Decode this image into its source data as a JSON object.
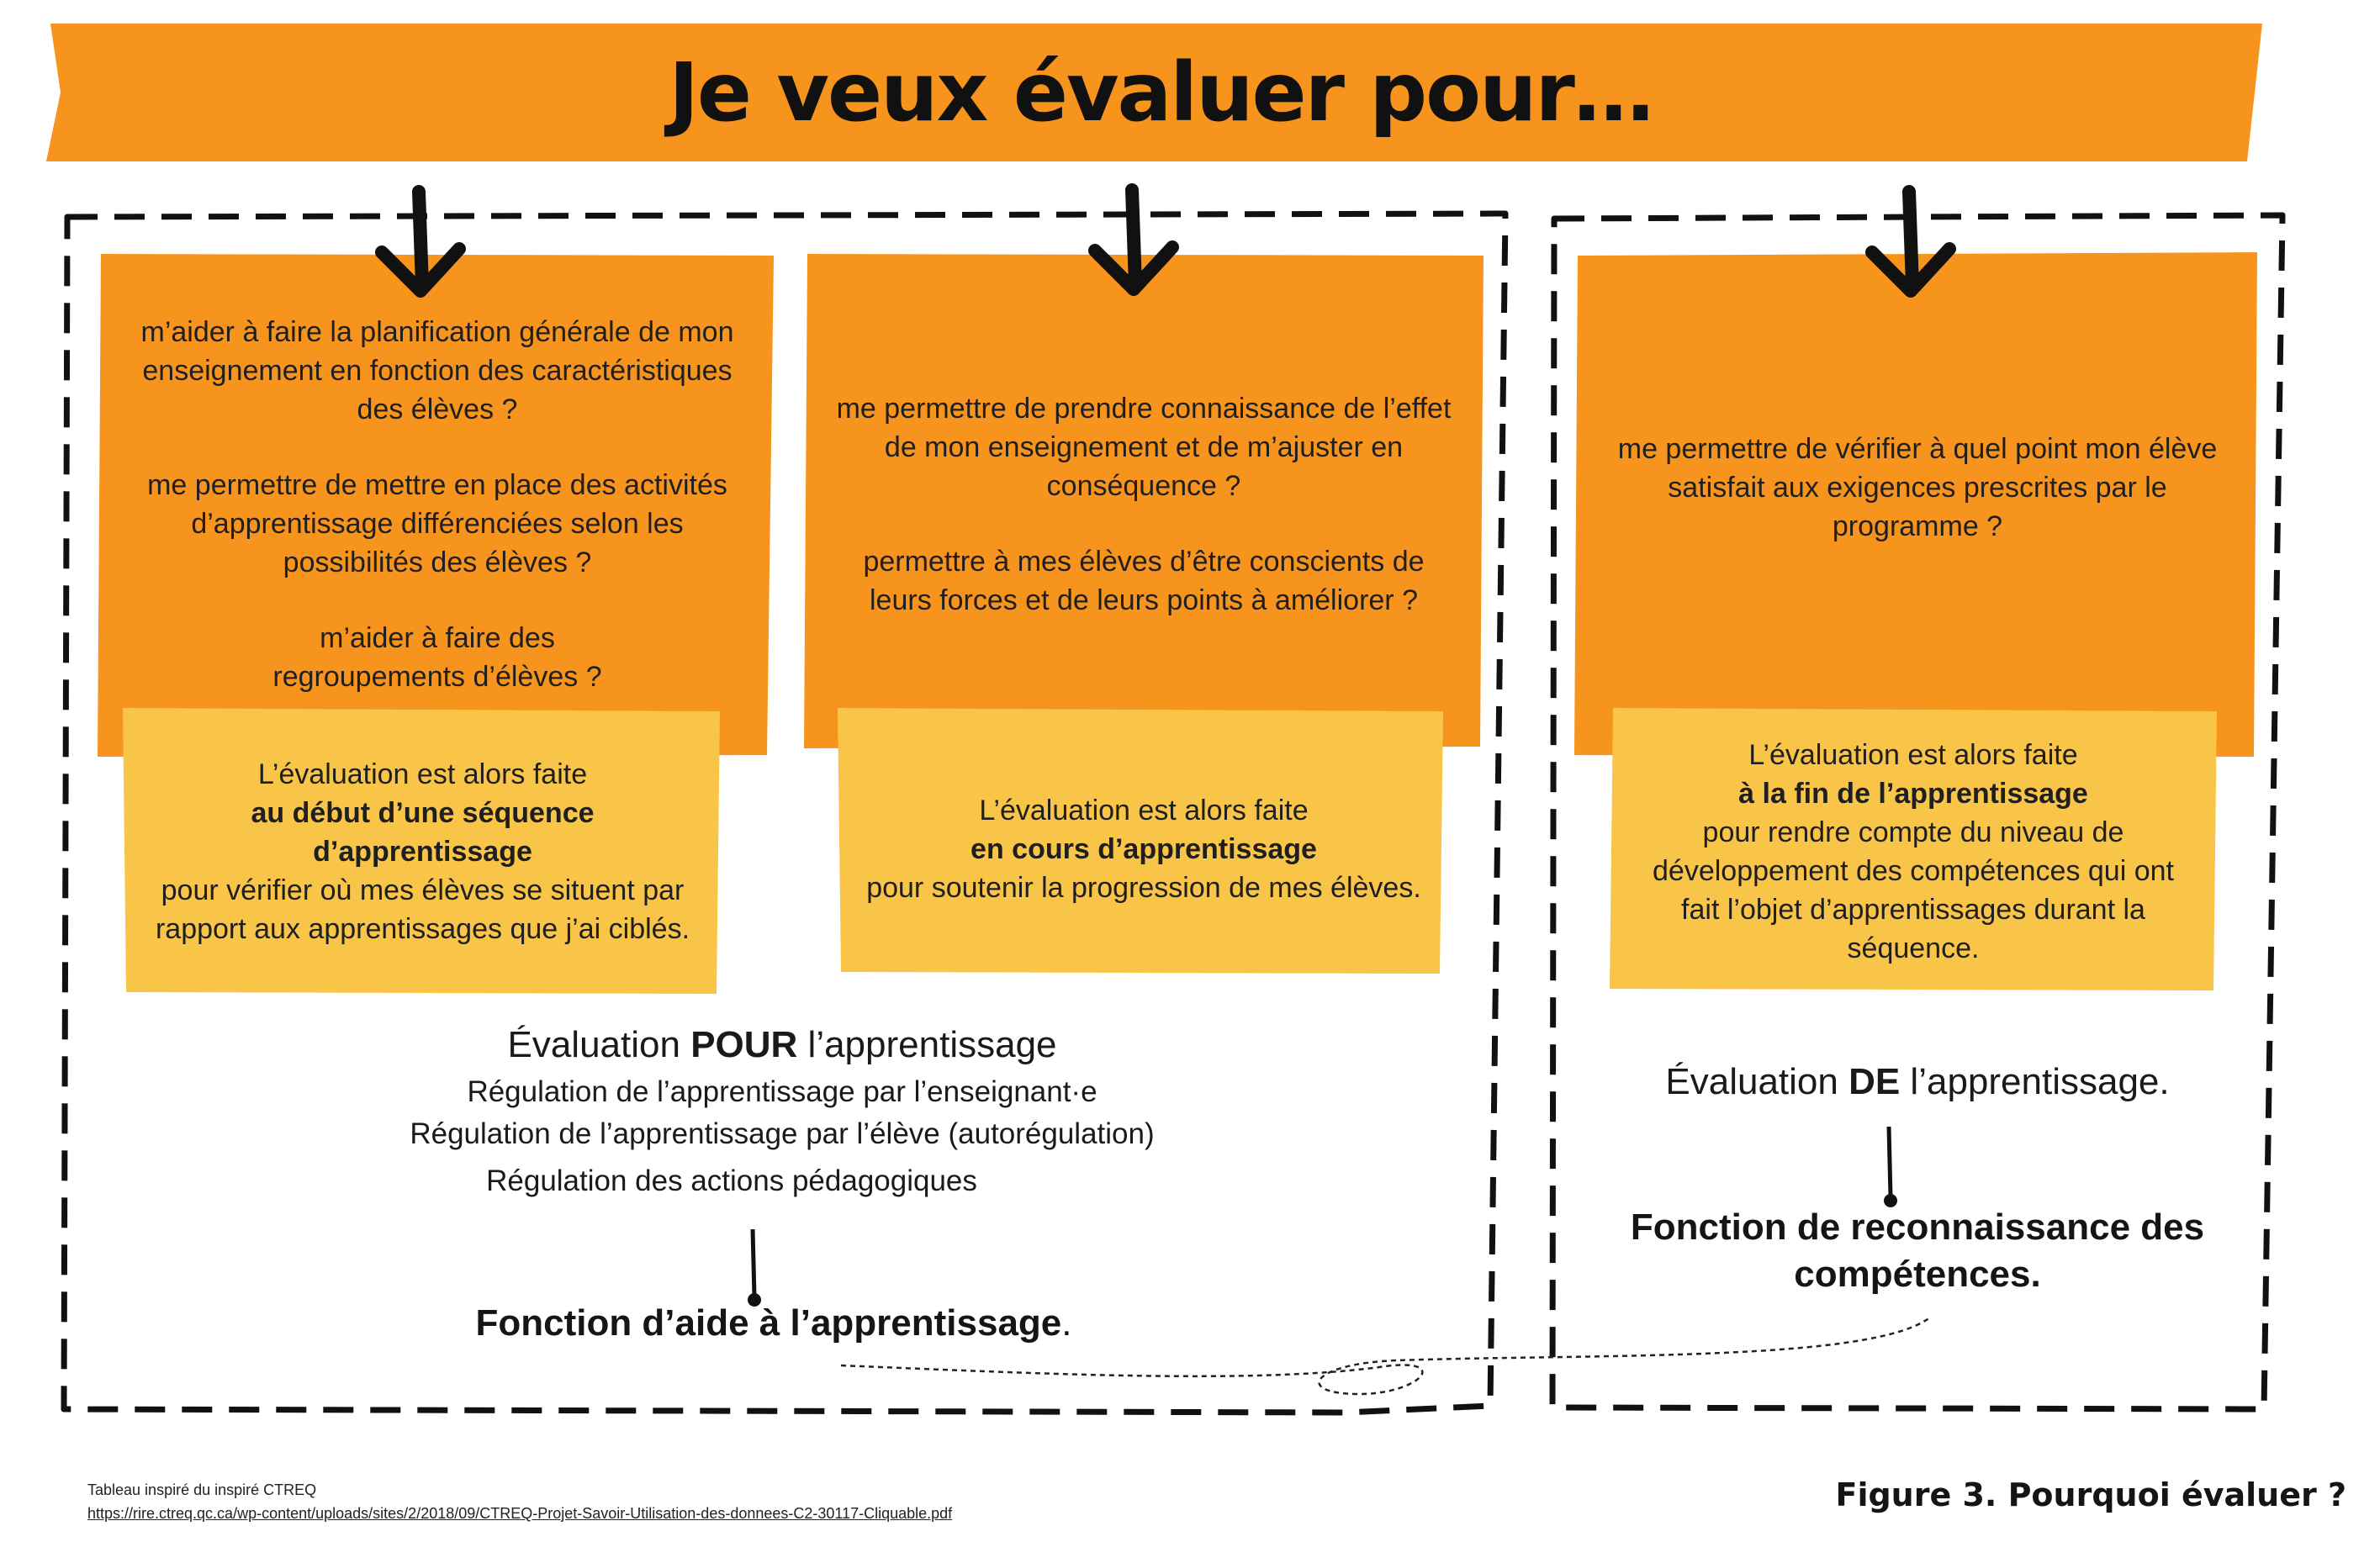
{
  "title": "Je veux évaluer pour…",
  "colors": {
    "banner": "#F7941D",
    "orange_box": "#F7941D",
    "yellow_box": "#F8C548",
    "text": "#1a1a1a"
  },
  "columns": [
    {
      "questions": [
        "m’aider à faire la planification générale de mon enseignement en fonction des caractéristiques des élèves ?",
        "me permettre de mettre en place des activités d’apprentissage différenciées selon les possibilités des élèves ?",
        "m’aider à faire des regroupements d’élèves ?"
      ],
      "evaluation_intro": "L’évaluation est alors faite",
      "evaluation_moment": "au début d’une séquence d’apprentissage",
      "evaluation_purpose": "pour vérifier où mes élèves se situent par rapport aux apprentissages que j’ai ciblés."
    },
    {
      "questions": [
        "me permettre de prendre connaissance de l’effet de mon enseignement et de m’ajuster en conséquence ?",
        "permettre à mes élèves d’être conscients de leurs forces et de leurs points à améliorer ?"
      ],
      "evaluation_intro": "L’évaluation est alors faite",
      "evaluation_moment": "en cours d’apprentissage",
      "evaluation_purpose": "pour soutenir la progression de mes élèves."
    },
    {
      "questions": [
        "me permettre de vérifier à quel point mon élève satisfait aux exigences prescrites par le programme ?"
      ],
      "evaluation_intro": "L’évaluation est alors faite",
      "evaluation_moment": "à la fin de l’apprentissage",
      "evaluation_purpose": "pour rendre compte du niveau de développement des compétences qui ont fait l’objet d’apprentissages durant la séquence."
    }
  ],
  "group_pour": {
    "title_prefix": "Évaluation ",
    "title_emphasis": "POUR",
    "title_suffix": " l’apprentissage",
    "regulations": [
      "Régulation de l’apprentissage par l’enseignant·e",
      "Régulation de l’apprentissage par l’élève (autorégulation)",
      "Régulation des actions pédagogiques"
    ],
    "function": "Fonction d’aide à l’apprentissage",
    "function_suffix": "."
  },
  "group_de": {
    "title_prefix": "Évaluation ",
    "title_emphasis": "DE",
    "title_suffix": " l’apprentissage.",
    "function_line1": "Fonction de reconnaissance des",
    "function_line2": "compétences."
  },
  "source": {
    "text": "Tableau inspiré du inspiré CTREQ",
    "url": "https://rire.ctreq.qc.ca/wp-content/uploads/sites/2/2018/09/CTREQ-Projet-Savoir-Utilisation-des-donnees-C2-30117-Cliquable.pdf"
  },
  "figure_caption": "Figure 3.  Pourquoi évaluer ?"
}
